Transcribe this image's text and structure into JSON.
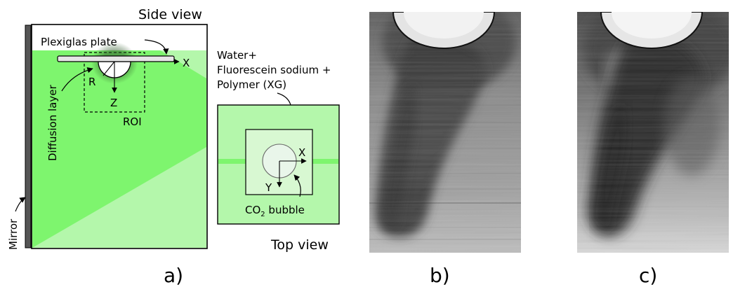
{
  "panel_a": {
    "side_view_title": "Side view",
    "plexiglas_label": "Plexiglas plate",
    "x_axis_label": "X",
    "r_label": "R",
    "z_axis_label": "Z",
    "roi_label": "ROI",
    "diffusion_label": "Diffusion layer",
    "mirror_label": "Mirror",
    "solution_line1": "Water+",
    "solution_line2": "Fluorescein sodium +",
    "solution_line3": "Polymer (XG)",
    "top_x_label": "X",
    "top_y_label": "Y",
    "bubble_label_prefix": "CO",
    "bubble_label_subscript": "2",
    "bubble_label_suffix": " bubble",
    "top_view_title": "Top view",
    "panel_label": "a)"
  },
  "panel_b": {
    "panel_label": "b)"
  },
  "panel_c": {
    "panel_label": "c)"
  },
  "colors": {
    "laser_green": "#7ef56e",
    "light_green": "#b4f7ab",
    "pale_green": "#d8f8d2",
    "mirror_gray": "#555555"
  }
}
